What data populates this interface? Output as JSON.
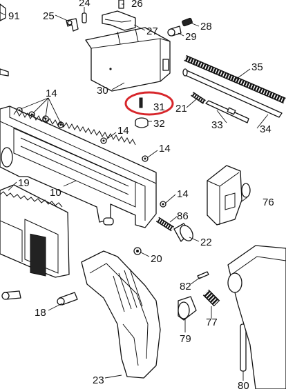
{
  "diagram": {
    "highlight_color": "#d7262b",
    "highlighted_part": "31",
    "callouts": [
      {
        "id": "p24",
        "label": "24"
      },
      {
        "id": "p26",
        "label": "26"
      },
      {
        "id": "p25",
        "label": "25"
      },
      {
        "id": "p91",
        "label": "91"
      },
      {
        "id": "p28",
        "label": "28"
      },
      {
        "id": "p27",
        "label": "27"
      },
      {
        "id": "p29",
        "label": "29"
      },
      {
        "id": "p35",
        "label": "35"
      },
      {
        "id": "p14a",
        "label": "14"
      },
      {
        "id": "p30",
        "label": "30"
      },
      {
        "id": "p31",
        "label": "31"
      },
      {
        "id": "p21",
        "label": "21"
      },
      {
        "id": "p32",
        "label": "32"
      },
      {
        "id": "p33",
        "label": "33"
      },
      {
        "id": "p34",
        "label": "34"
      },
      {
        "id": "p14b",
        "label": "14"
      },
      {
        "id": "p14c",
        "label": "14"
      },
      {
        "id": "p19",
        "label": "19"
      },
      {
        "id": "p10",
        "label": "10"
      },
      {
        "id": "p14d",
        "label": "14"
      },
      {
        "id": "p76",
        "label": "76"
      },
      {
        "id": "p86",
        "label": "86"
      },
      {
        "id": "p22",
        "label": "22"
      },
      {
        "id": "p20",
        "label": "20"
      },
      {
        "id": "p82",
        "label": "82"
      },
      {
        "id": "p18",
        "label": "18"
      },
      {
        "id": "p77",
        "label": "77"
      },
      {
        "id": "p79",
        "label": "79"
      },
      {
        "id": "p23",
        "label": "23"
      },
      {
        "id": "p80",
        "label": "80"
      }
    ]
  }
}
